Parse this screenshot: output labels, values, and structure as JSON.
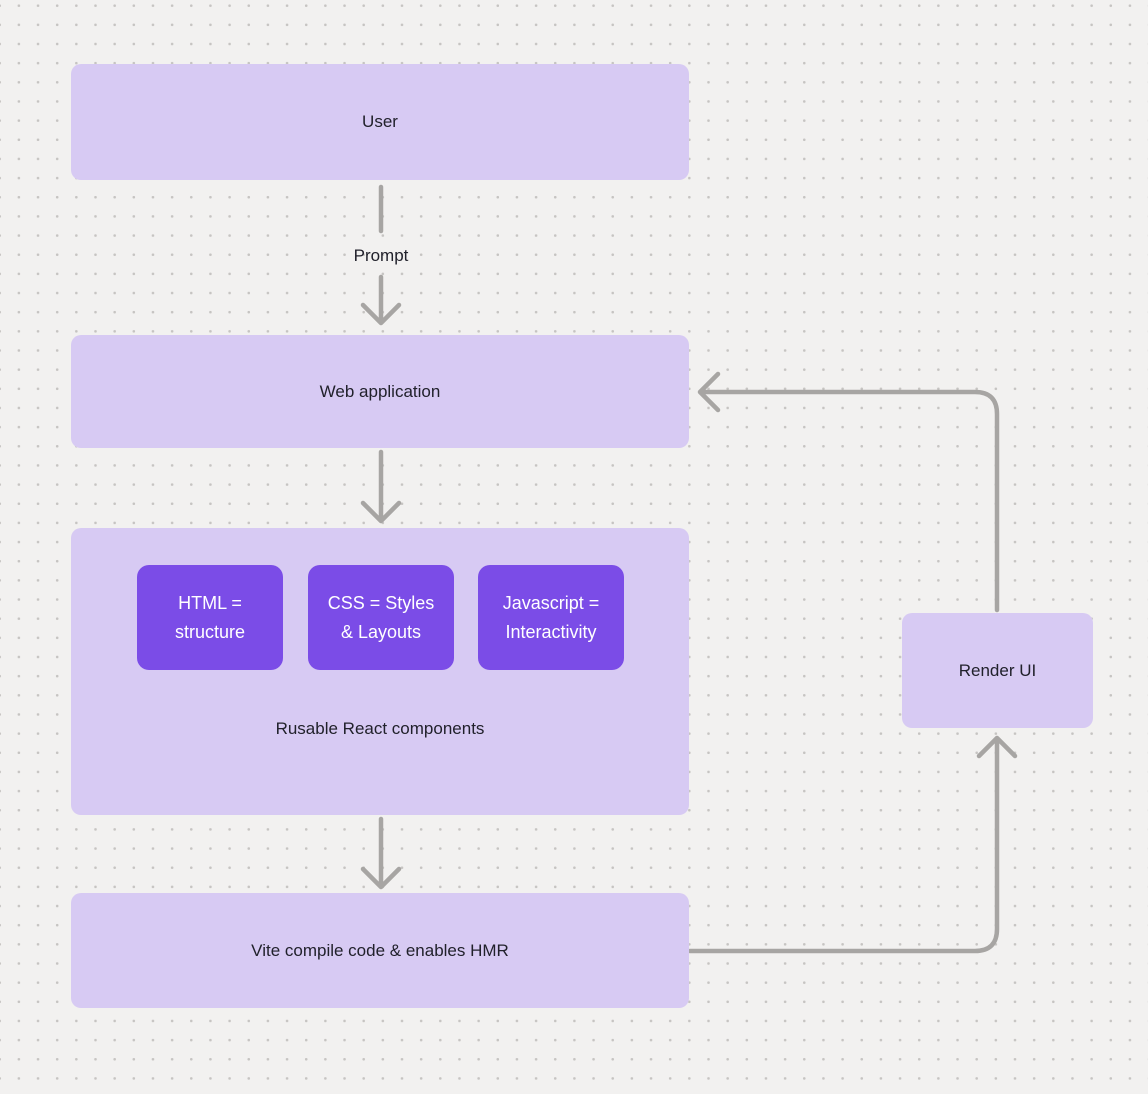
{
  "colors": {
    "background": "#f2f1f0",
    "dot": "#c6c4c2",
    "node_light": "#d7caf3",
    "node_dark": "#7b4ce7",
    "connector": "#a7a5a3",
    "text_dark": "#21212b",
    "text_light": "#ffffff"
  },
  "nodes": {
    "user": {
      "label": "User"
    },
    "web_application": {
      "label": "Web application"
    },
    "components": {
      "items": [
        {
          "label": "HTML = structure"
        },
        {
          "label": "CSS = Styles & Layouts"
        },
        {
          "label": "Javascript = Interactivity"
        }
      ],
      "caption": "Rusable React components"
    },
    "vite": {
      "label": "Vite compile code & enables HMR"
    },
    "render_ui": {
      "label": "Render UI"
    }
  },
  "edges": {
    "prompt_label": "Prompt"
  }
}
